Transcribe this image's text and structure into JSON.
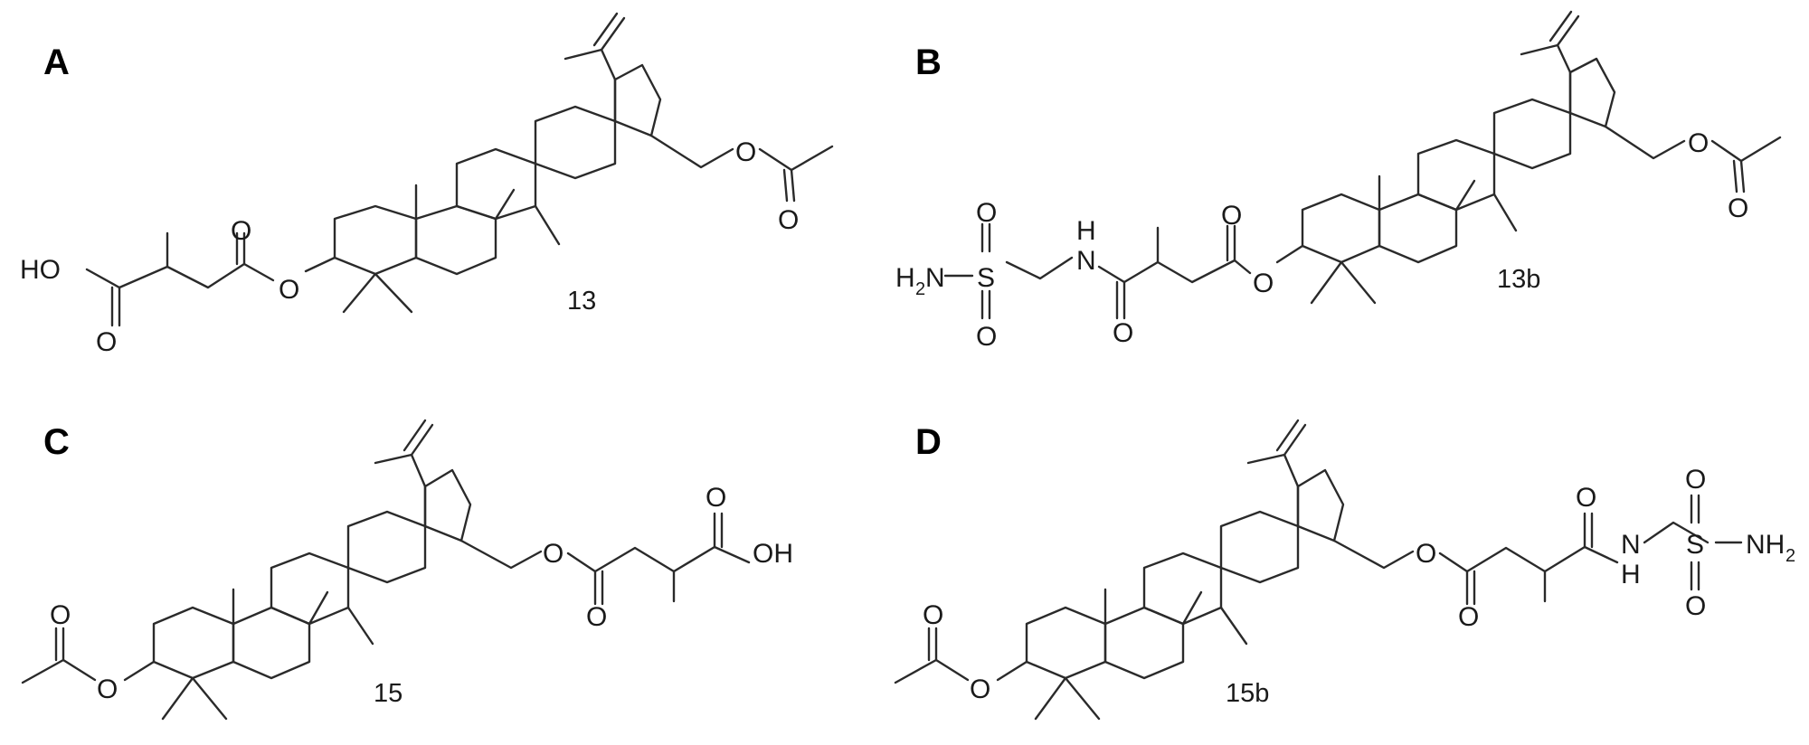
{
  "panels": [
    {
      "letter": "A",
      "compound": "13",
      "atoms": {
        "ho": "HO",
        "o_acid": "O",
        "o_ester_carbonyl": "O",
        "o_ester_link": "O",
        "o_c28_link": "O",
        "o_acetyl_carbonyl": "O"
      }
    },
    {
      "letter": "B",
      "compound": "13b",
      "atoms": {
        "h2": "H",
        "h2_sub": "2",
        "n_amine": "N",
        "s": "S",
        "o_s_top": "O",
        "o_s_bottom": "O",
        "h_amide": "H",
        "n_amide": "N",
        "o_amide": "O",
        "o_ester_carbonyl": "O",
        "o_ester_link": "O",
        "o_c28_link": "O",
        "o_acetyl_carbonyl": "O"
      }
    },
    {
      "letter": "C",
      "compound": "15",
      "atoms": {
        "o_acetyl_carbonyl": "O",
        "o_c3_link": "O",
        "o_c28_link": "O",
        "o_ester_carbonyl": "O",
        "o_acid": "O",
        "oh": "OH"
      }
    },
    {
      "letter": "D",
      "compound": "15b",
      "atoms": {
        "o_acetyl_carbonyl": "O",
        "o_c3_link": "O",
        "o_c28_link": "O",
        "o_ester_carbonyl": "O",
        "o_amide": "O",
        "n_amide": "N",
        "h_amide": "H",
        "s": "S",
        "o_s_top": "O",
        "o_s_bottom": "O",
        "nh": "NH",
        "nh_sub": "2"
      }
    }
  ]
}
